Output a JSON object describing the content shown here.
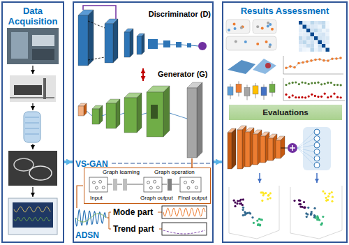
{
  "diagram": {
    "nodes": [
      {
        "text": [
          "Data Acquisition"
        ]
      },
      {
        "text": [
          "VS-GAN",
          "ADSN"
        ]
      },
      {
        "text": [
          "Graph learning",
          "Graph operation",
          "Input",
          "Graph output",
          "Final output"
        ],
        "in": 1
      },
      {
        "text": [
          "Results Assessment"
        ]
      },
      {
        "text": [
          "Evaluations"
        ],
        "in": 3
      }
    ],
    "edges": [
      {
        "from": 0,
        "to": 1,
        "arrow": "to"
      },
      {
        "from": 1,
        "to": 3,
        "arrow": "to"
      }
    ],
    "labels": [
      "Discriminator (D)",
      "Generator (G)",
      "Mode part",
      "Trend part"
    ]
  }
}
